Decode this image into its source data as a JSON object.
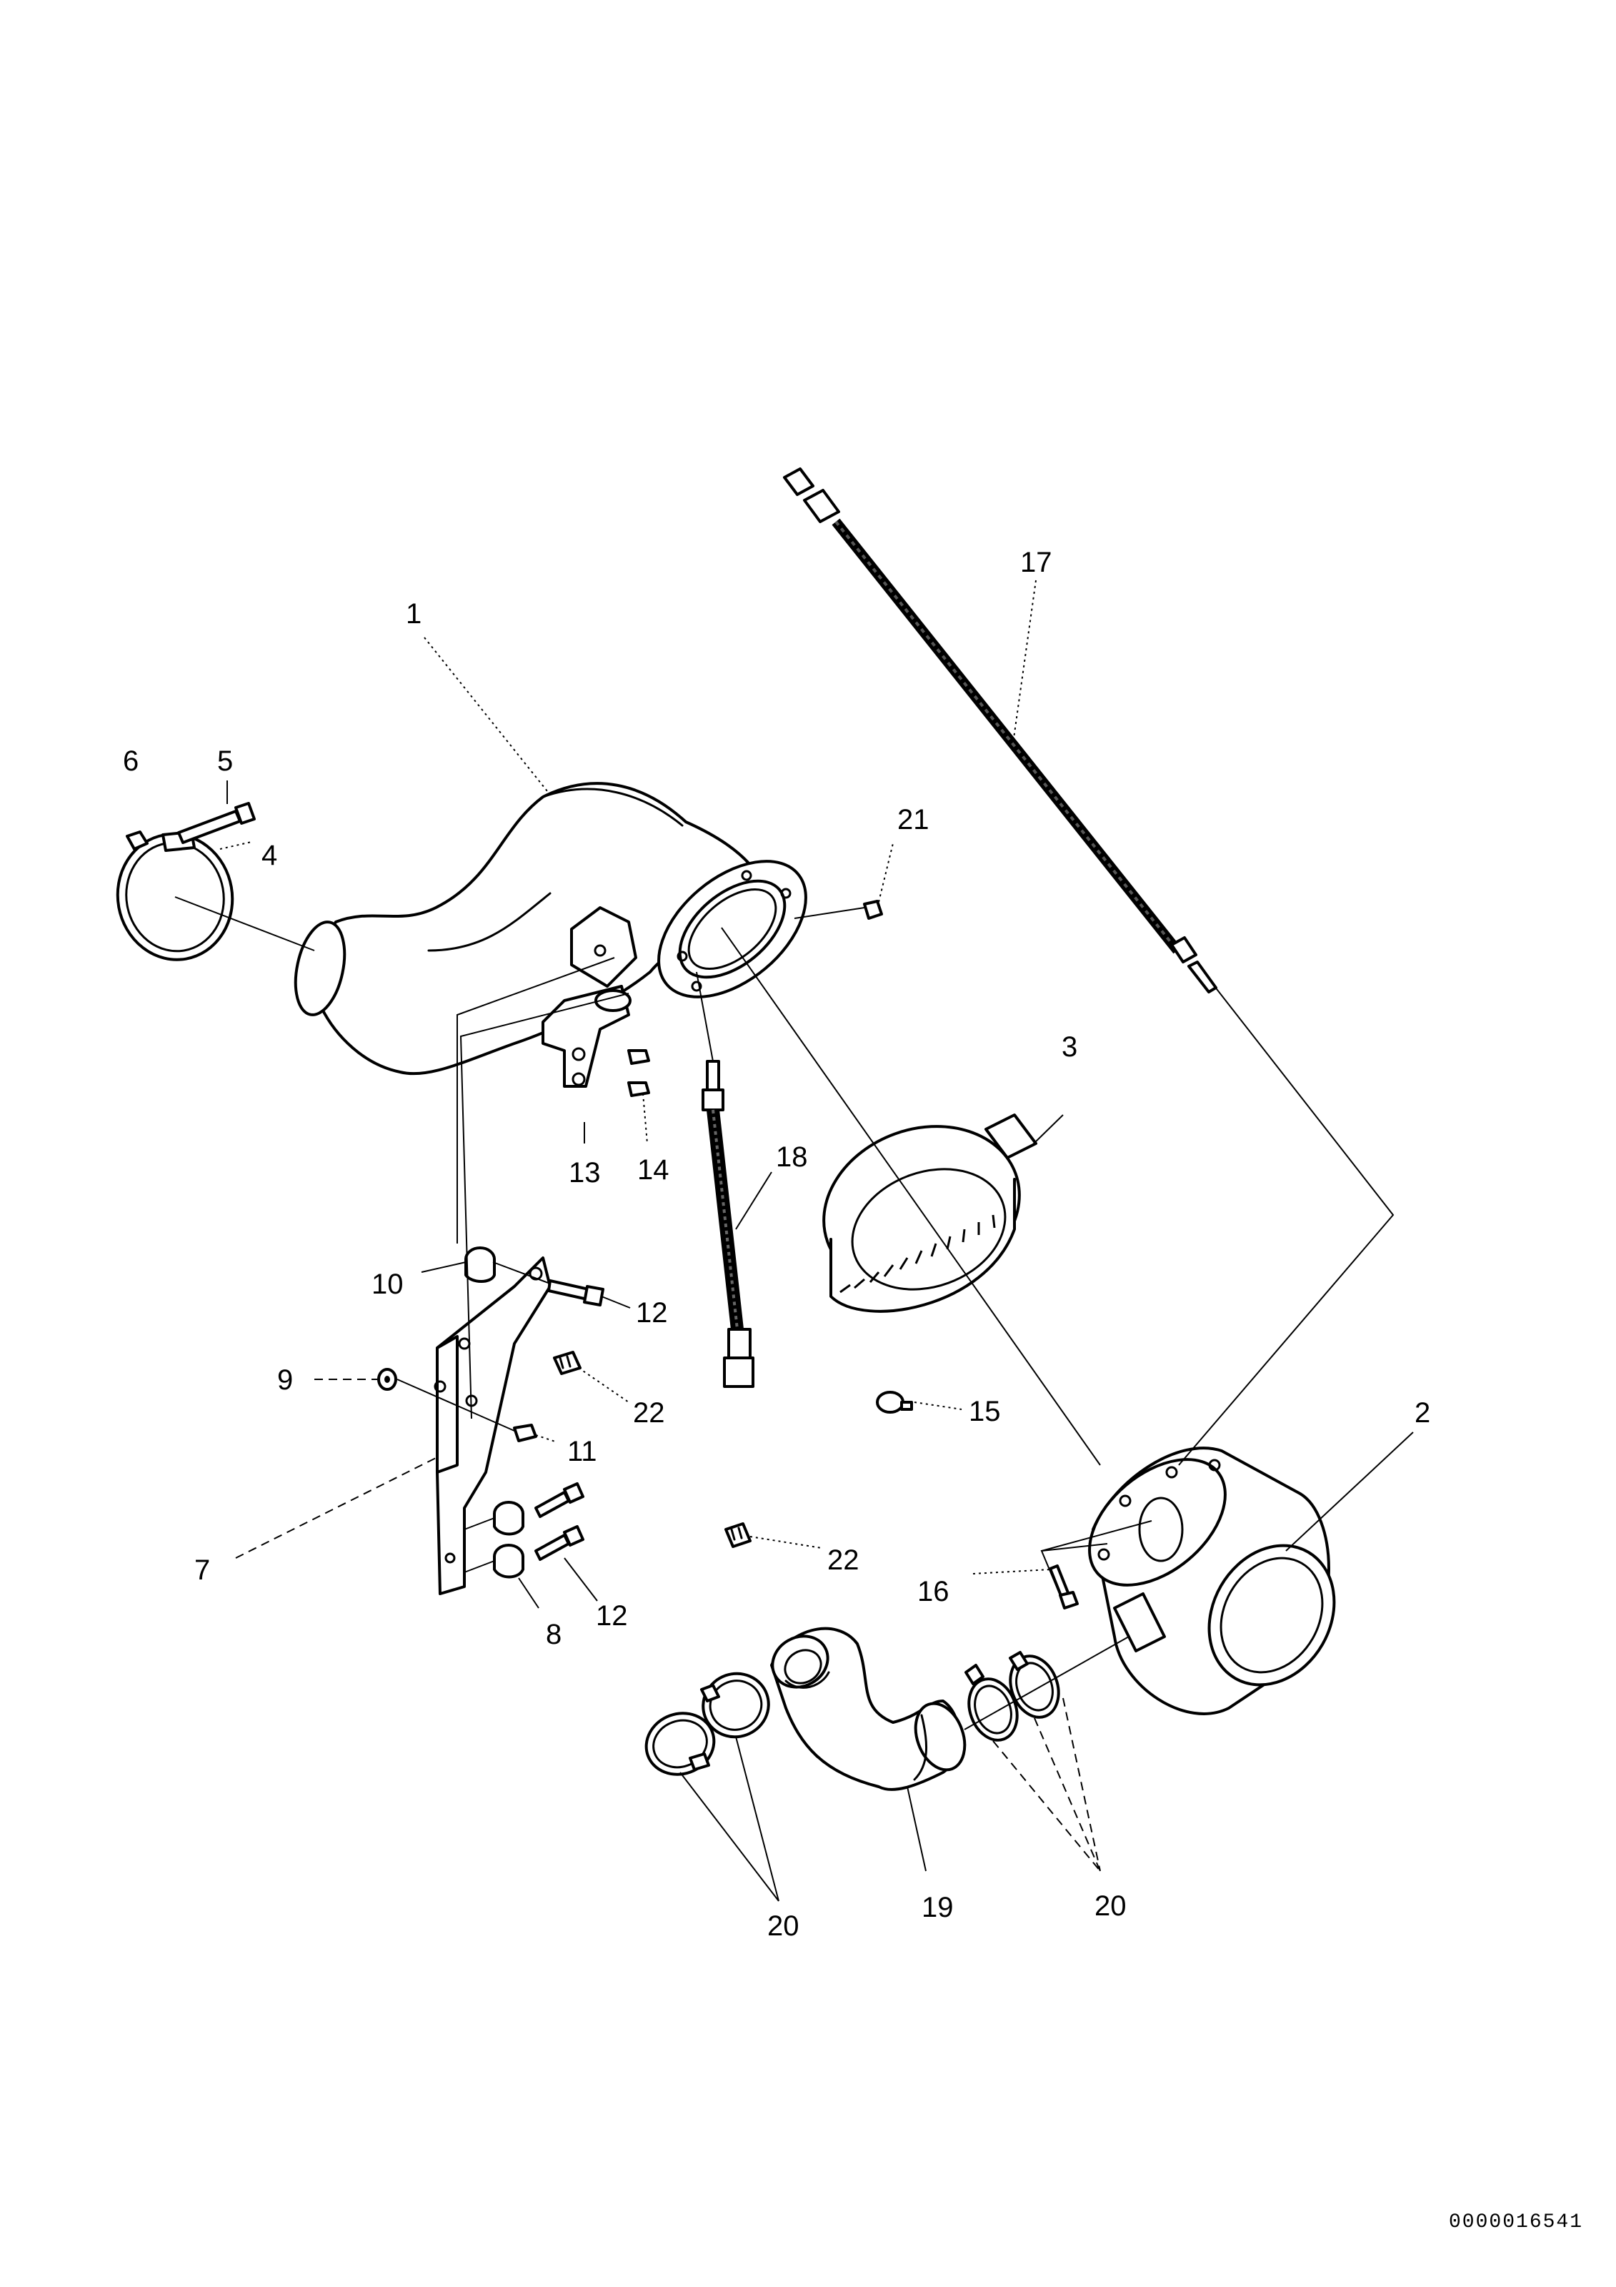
{
  "document_id": "0000016541",
  "callouts": {
    "c1": "1",
    "c2": "2",
    "c3": "3",
    "c4": "4",
    "c5": "5",
    "c6": "6",
    "c7": "7",
    "c8": "8",
    "c9": "9",
    "c10": "10",
    "c11": "11",
    "c12a": "12",
    "c12b": "12",
    "c13": "13",
    "c14": "14",
    "c15": "15",
    "c16": "16",
    "c17": "17",
    "c18": "18",
    "c19": "19",
    "c20a": "20",
    "c20b": "20",
    "c21": "21",
    "c22a": "22",
    "c22b": "22"
  }
}
